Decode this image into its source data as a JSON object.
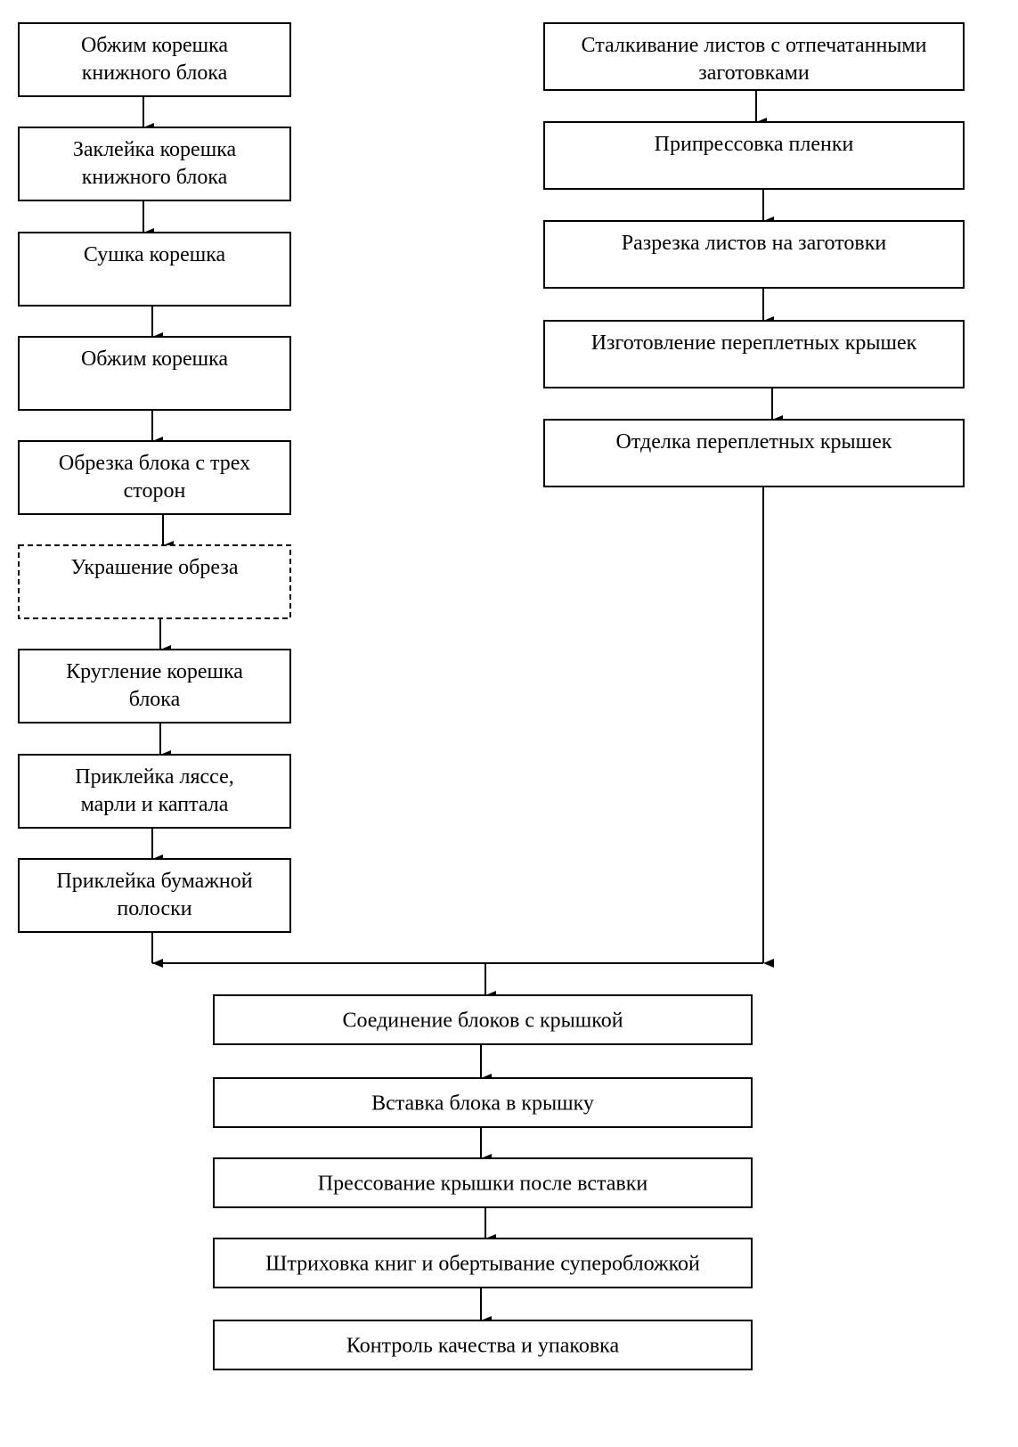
{
  "diagram": {
    "type": "flowchart",
    "left_branch": [
      {
        "id": "L1",
        "lines": [
          "Обжим корешка",
          "книжного блока"
        ],
        "style": "solid"
      },
      {
        "id": "L2",
        "lines": [
          "Заклейка корешка",
          "книжного блока"
        ],
        "style": "solid"
      },
      {
        "id": "L3",
        "lines": [
          "Сушка корешка"
        ],
        "style": "solid"
      },
      {
        "id": "L4",
        "lines": [
          "Обжим корешка"
        ],
        "style": "solid"
      },
      {
        "id": "L5",
        "lines": [
          "Обрезка блока с трех",
          "сторон"
        ],
        "style": "solid"
      },
      {
        "id": "L6",
        "lines": [
          "Украшение обреза"
        ],
        "style": "dashed"
      },
      {
        "id": "L7",
        "lines": [
          "Кругление корешка",
          "блока"
        ],
        "style": "solid"
      },
      {
        "id": "L8",
        "lines": [
          "Приклейка ляссе,",
          "марли и каптала"
        ],
        "style": "solid"
      },
      {
        "id": "L9",
        "lines": [
          "Приклейка бумажной",
          "полоски"
        ],
        "style": "solid"
      }
    ],
    "right_branch": [
      {
        "id": "R1",
        "lines": [
          "Сталкивание листов с отпечатанными",
          "заготовками"
        ],
        "style": "solid"
      },
      {
        "id": "R2",
        "lines": [
          "Припрессовка пленки"
        ],
        "style": "solid"
      },
      {
        "id": "R3",
        "lines": [
          "Разрезка листов на заготовки"
        ],
        "style": "solid"
      },
      {
        "id": "R4",
        "lines": [
          "Изготовление переплетных крышек"
        ],
        "style": "solid"
      },
      {
        "id": "R5",
        "lines": [
          "Отделка переплетных крышек"
        ],
        "style": "solid"
      }
    ],
    "merged_branch": [
      {
        "id": "M1",
        "lines": [
          "Соединение блоков с крышкой"
        ],
        "style": "solid"
      },
      {
        "id": "M2",
        "lines": [
          "Вставка блока в крышку"
        ],
        "style": "solid"
      },
      {
        "id": "M3",
        "lines": [
          "Прессование крышки после вставки"
        ],
        "style": "solid"
      },
      {
        "id": "M4",
        "lines": [
          "Штриховка книг и обертывание суперобложкой"
        ],
        "style": "solid"
      },
      {
        "id": "M5",
        "lines": [
          "Контроль качества и упаковка"
        ],
        "style": "solid"
      }
    ],
    "edges": [
      [
        "L1",
        "L2"
      ],
      [
        "L2",
        "L3"
      ],
      [
        "L3",
        "L4"
      ],
      [
        "L4",
        "L5"
      ],
      [
        "L5",
        "L6"
      ],
      [
        "L6",
        "L7"
      ],
      [
        "L7",
        "L8"
      ],
      [
        "L8",
        "L9"
      ],
      [
        "R1",
        "R2"
      ],
      [
        "R2",
        "R3"
      ],
      [
        "R3",
        "R4"
      ],
      [
        "R4",
        "R5"
      ],
      [
        "L9",
        "M1"
      ],
      [
        "R5",
        "M1"
      ],
      [
        "M1",
        "M2"
      ],
      [
        "M2",
        "M3"
      ],
      [
        "M3",
        "M4"
      ],
      [
        "M4",
        "M5"
      ]
    ]
  }
}
